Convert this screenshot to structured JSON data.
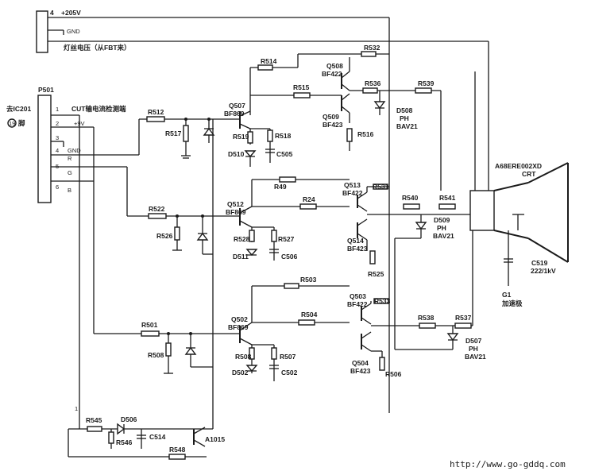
{
  "top_connector": {
    "pin4": "4",
    "voltage": "+205V",
    "gnd": "GND",
    "heater_label": "灯丝电压（从FBT来）"
  },
  "p501": {
    "ref": "P501",
    "goto": "去IC201",
    "goto_pin": "19",
    "goto_pin_suffix": "脚",
    "pins": [
      "1",
      "2",
      "3",
      "4",
      "5",
      "6"
    ],
    "pin_labels": [
      "+9V",
      "GND",
      "R",
      "G",
      "B"
    ],
    "cut_label": "CUT输电流检测端"
  },
  "transistors": {
    "q507": "Q507",
    "q507_type": "BF869",
    "q508": "Q508",
    "q508_type": "BF422",
    "q509": "Q509",
    "q509_type": "BF423",
    "q512": "Q512",
    "q512_type": "BF869",
    "q513": "Q513",
    "q513_type": "BF422",
    "q514": "Q514",
    "q514_type": "BF423",
    "q502": "Q502",
    "q502_type": "BF869",
    "q503": "Q503",
    "q503_type": "BF422",
    "q504": "Q504",
    "q504_type": "BF423",
    "a1015": "A1015"
  },
  "resistors": {
    "r512": "R512",
    "r517": "R517",
    "r519": "R519",
    "r518": "R518",
    "r514": "R514",
    "r515": "R515",
    "r516": "R516",
    "r532": "R532",
    "r536": "R536",
    "r539": "R539",
    "r49": "R49",
    "r522": "R522",
    "r526": "R526",
    "r528": "R528",
    "r527": "R527",
    "r24": "R24",
    "r531": "R531",
    "r540": "R540",
    "r541": "R541",
    "r525": "R525",
    "r503": "R503",
    "r501": "R501",
    "r508": "R508",
    "r507": "R507",
    "r504": "R504",
    "r533": "R533",
    "r538": "R538",
    "r537": "R537",
    "r506": "R506",
    "r545": "R545",
    "r546": "R546",
    "r548": "R548"
  },
  "diodes": {
    "d510": "D510",
    "d511": "D511",
    "d502": "D502",
    "d506": "D506",
    "d508": "D508",
    "d508_type": "PH",
    "d508_part": "BAV21",
    "d509": "D509",
    "d509_type": "PH",
    "d509_part": "BAV21",
    "d507": "D507",
    "d507_type": "PH",
    "d507_part": "BAV21"
  },
  "capacitors": {
    "c505": "C505",
    "c506": "C506",
    "c502": "C502",
    "c514": "C514",
    "c519": "C519",
    "c519_value": "222/1kV"
  },
  "crt": {
    "model": "A68ERE002XD",
    "label": "CRT",
    "g1": "G1",
    "g1_name": "加速极"
  },
  "footer": {
    "url": "http://www.go-gddq.com"
  },
  "misc": {
    "pin1_bottom": "1"
  }
}
